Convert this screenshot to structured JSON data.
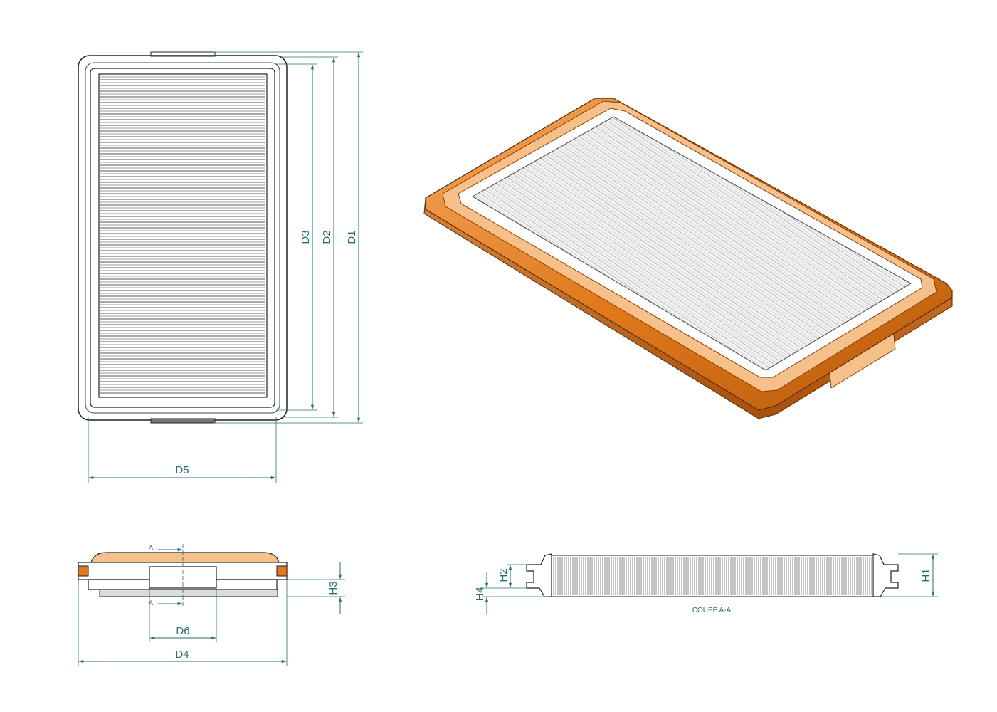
{
  "dimensions": {
    "D1": "D1",
    "D2": "D2",
    "D3": "D3",
    "D4": "D4",
    "D5": "D5",
    "D6": "D6",
    "H1": "H1",
    "H2": "H2",
    "H3": "H3",
    "H4": "H4"
  },
  "section": {
    "marker_top": "A",
    "marker_bottom": "A",
    "caption": "COUPE A-A"
  },
  "colors": {
    "frame_orange": "#e07a1c",
    "frame_light": "#f6c08a",
    "dimension_line": "#2a6f6a",
    "outline": "#222222",
    "pleat_dark": "#555555"
  }
}
